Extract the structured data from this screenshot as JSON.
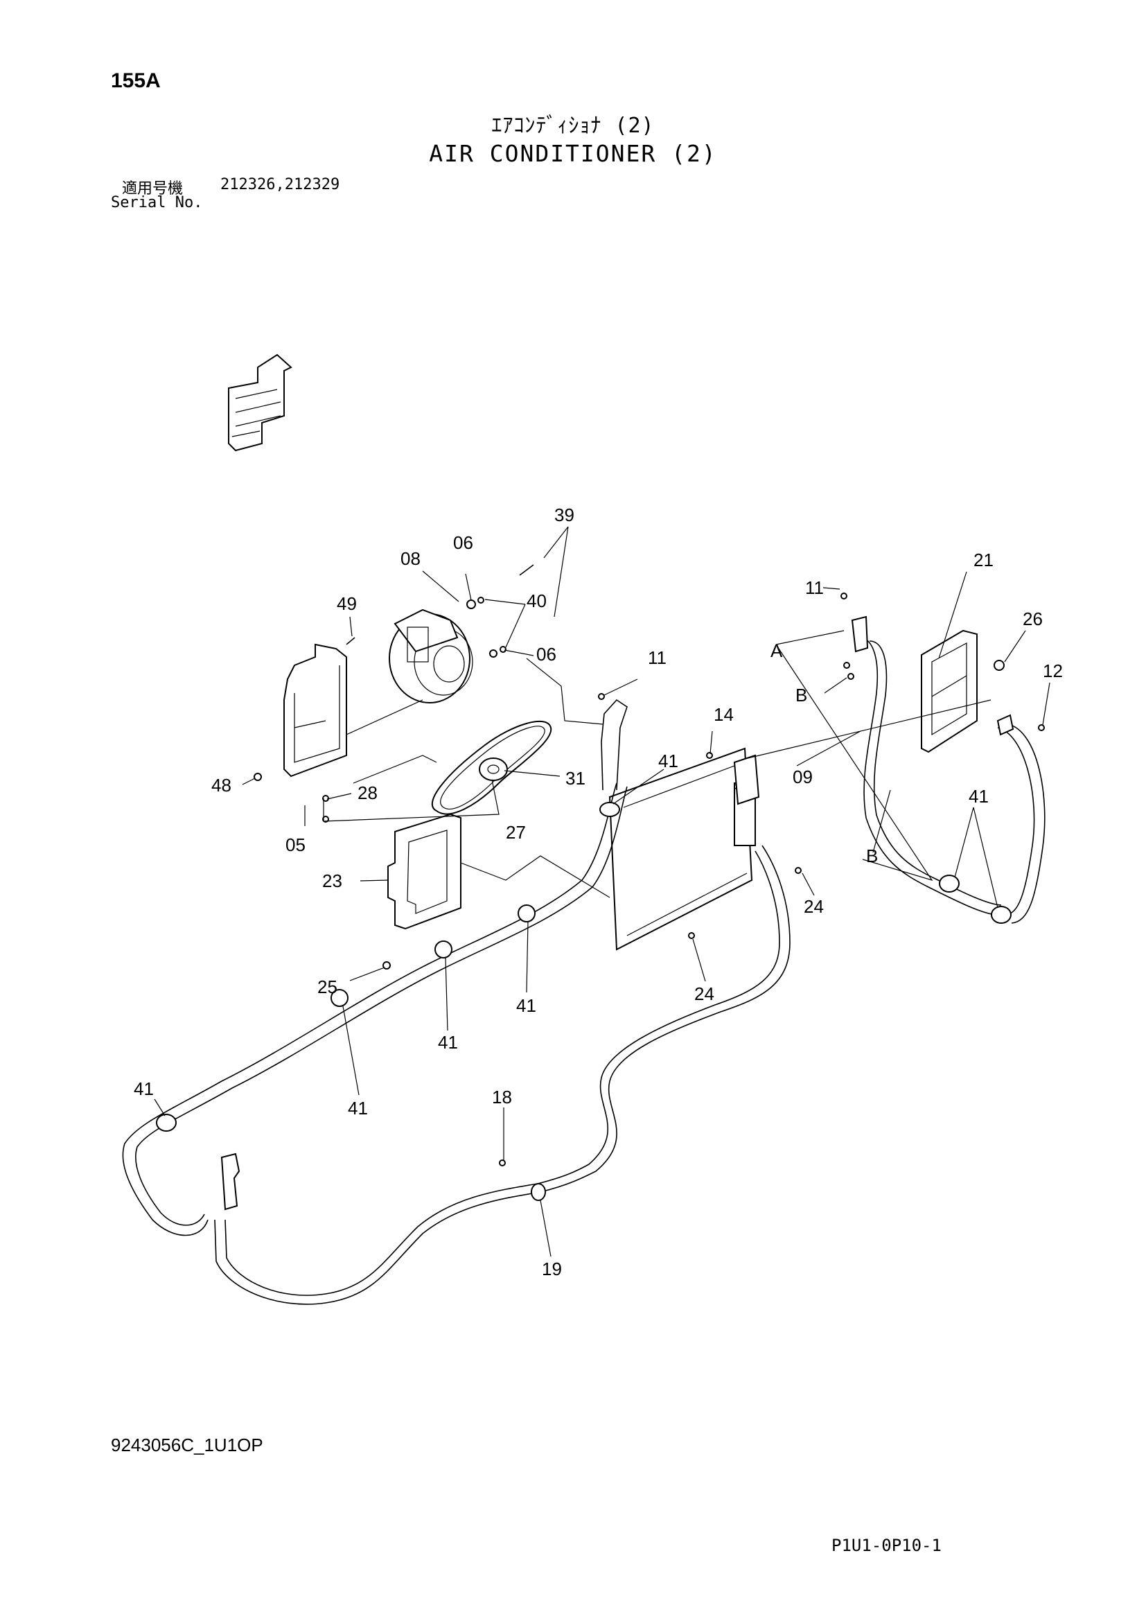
{
  "header": {
    "page_number": "155A",
    "title_jp": "ｴｱｺﾝﾃﾞｨｼｮﾅ (2)",
    "title_en": "AIR CONDITIONER (2)",
    "serial_label_jp": "適用号機",
    "serial_numbers": "212326,212329",
    "serial_label_en": "Serial No."
  },
  "callouts": {
    "c39": "39",
    "c06a": "06",
    "c08": "08",
    "c40": "40",
    "c06b": "06",
    "c49": "49",
    "c11a": "11",
    "c11b": "11",
    "c21": "21",
    "c26": "26",
    "c12": "12",
    "cA": "A",
    "cB1": "B",
    "c14": "14",
    "c41a": "41",
    "c31": "31",
    "c48": "48",
    "c28": "28",
    "c09": "09",
    "c41b": "41",
    "c27": "27",
    "c05": "05",
    "cB2": "B",
    "c23": "23",
    "c24a": "24",
    "c25": "25",
    "c41c": "41",
    "c24b": "24",
    "c41d": "41",
    "c41e": "41",
    "c41f": "41",
    "c18": "18",
    "c19": "19"
  },
  "footer": {
    "doc_code": "9243056C_1U1OP",
    "page_ref": "P1U1-0P10-1"
  }
}
